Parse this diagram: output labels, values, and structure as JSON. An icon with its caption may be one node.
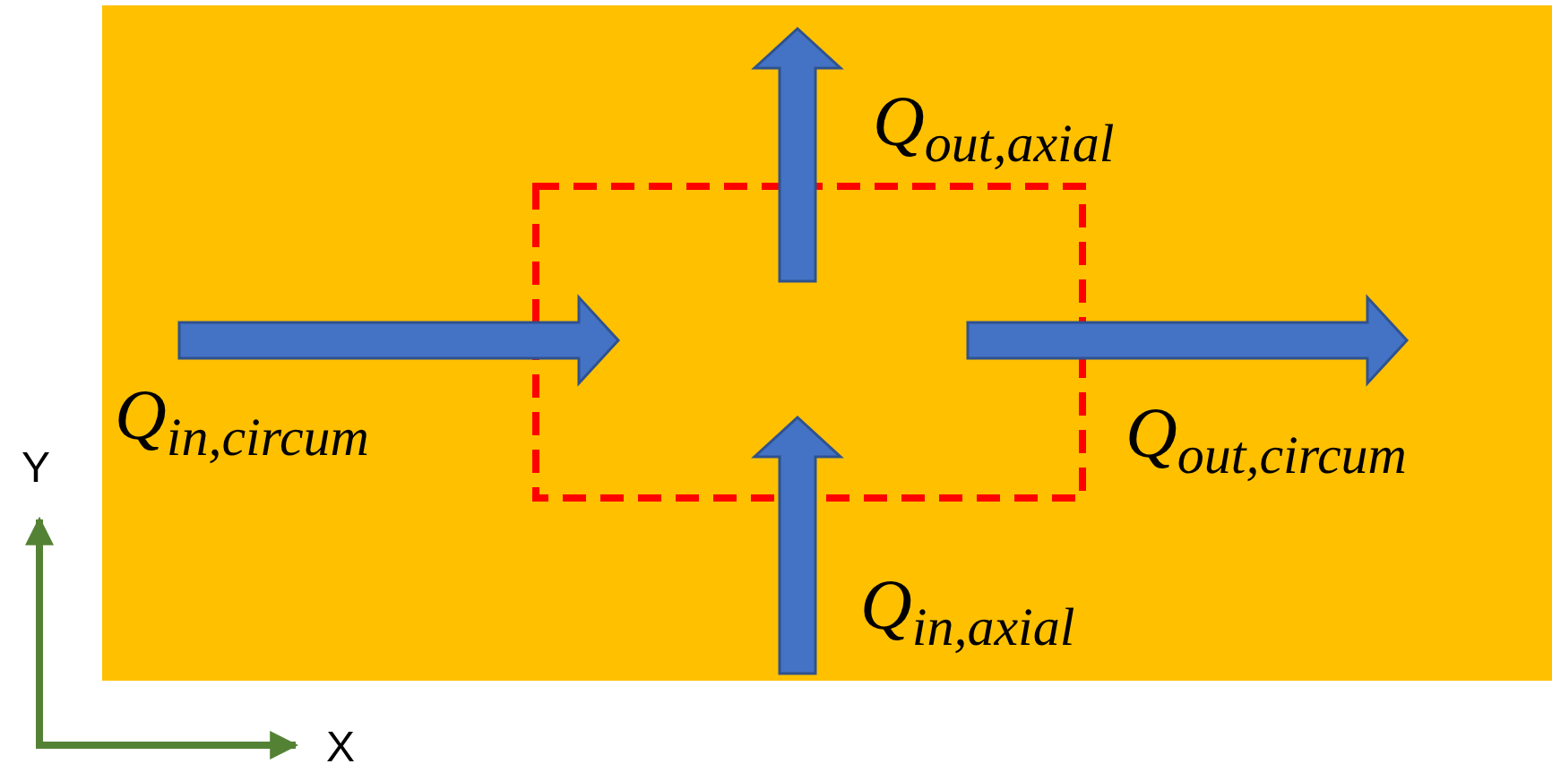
{
  "diagram": {
    "labels": [
      "Q$_{out,axial}$",
      "Q$_{in,circum}$",
      "Q$_{out,circum}$",
      "Q$_{in,axial}$",
      "Y",
      "X"
    ]
  }
}
